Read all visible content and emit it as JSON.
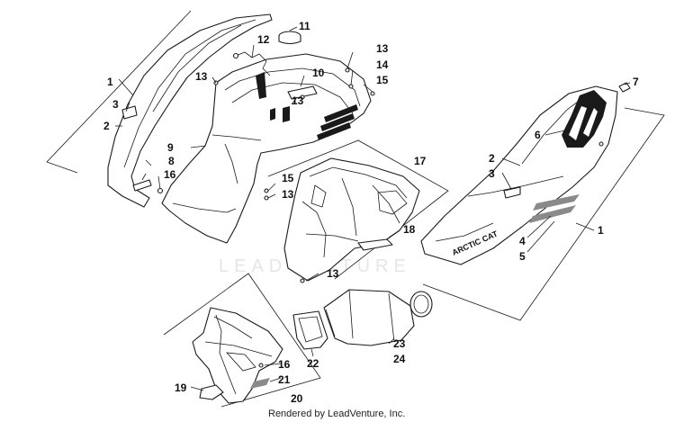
{
  "watermark": "LEADVENTURE",
  "footer": "Rendered by LeadVenture, Inc.",
  "brand_decal": "ARCTIC CAT",
  "callouts": {
    "c1_left": "1",
    "c3_left": "3",
    "c2_left": "2",
    "c8": "8",
    "c16_left": "16",
    "c9": "9",
    "c12": "12",
    "c11": "11",
    "c13_top_left": "13",
    "c13_top_right": "13",
    "c14": "14",
    "c10": "10",
    "c13_mid": "13",
    "c15_top": "15",
    "c15_mid": "15",
    "c13_lower": "13",
    "c17": "17",
    "c18": "18",
    "c13_bottom": "13",
    "c7": "7",
    "c6": "6",
    "c2_right": "2",
    "c3_right": "3",
    "c1_right": "1",
    "c4": "4",
    "c5": "5",
    "c22": "22",
    "c23": "23",
    "c24": "24",
    "c16_bottom": "16",
    "c21": "21",
    "c19": "19",
    "c20": "20"
  }
}
